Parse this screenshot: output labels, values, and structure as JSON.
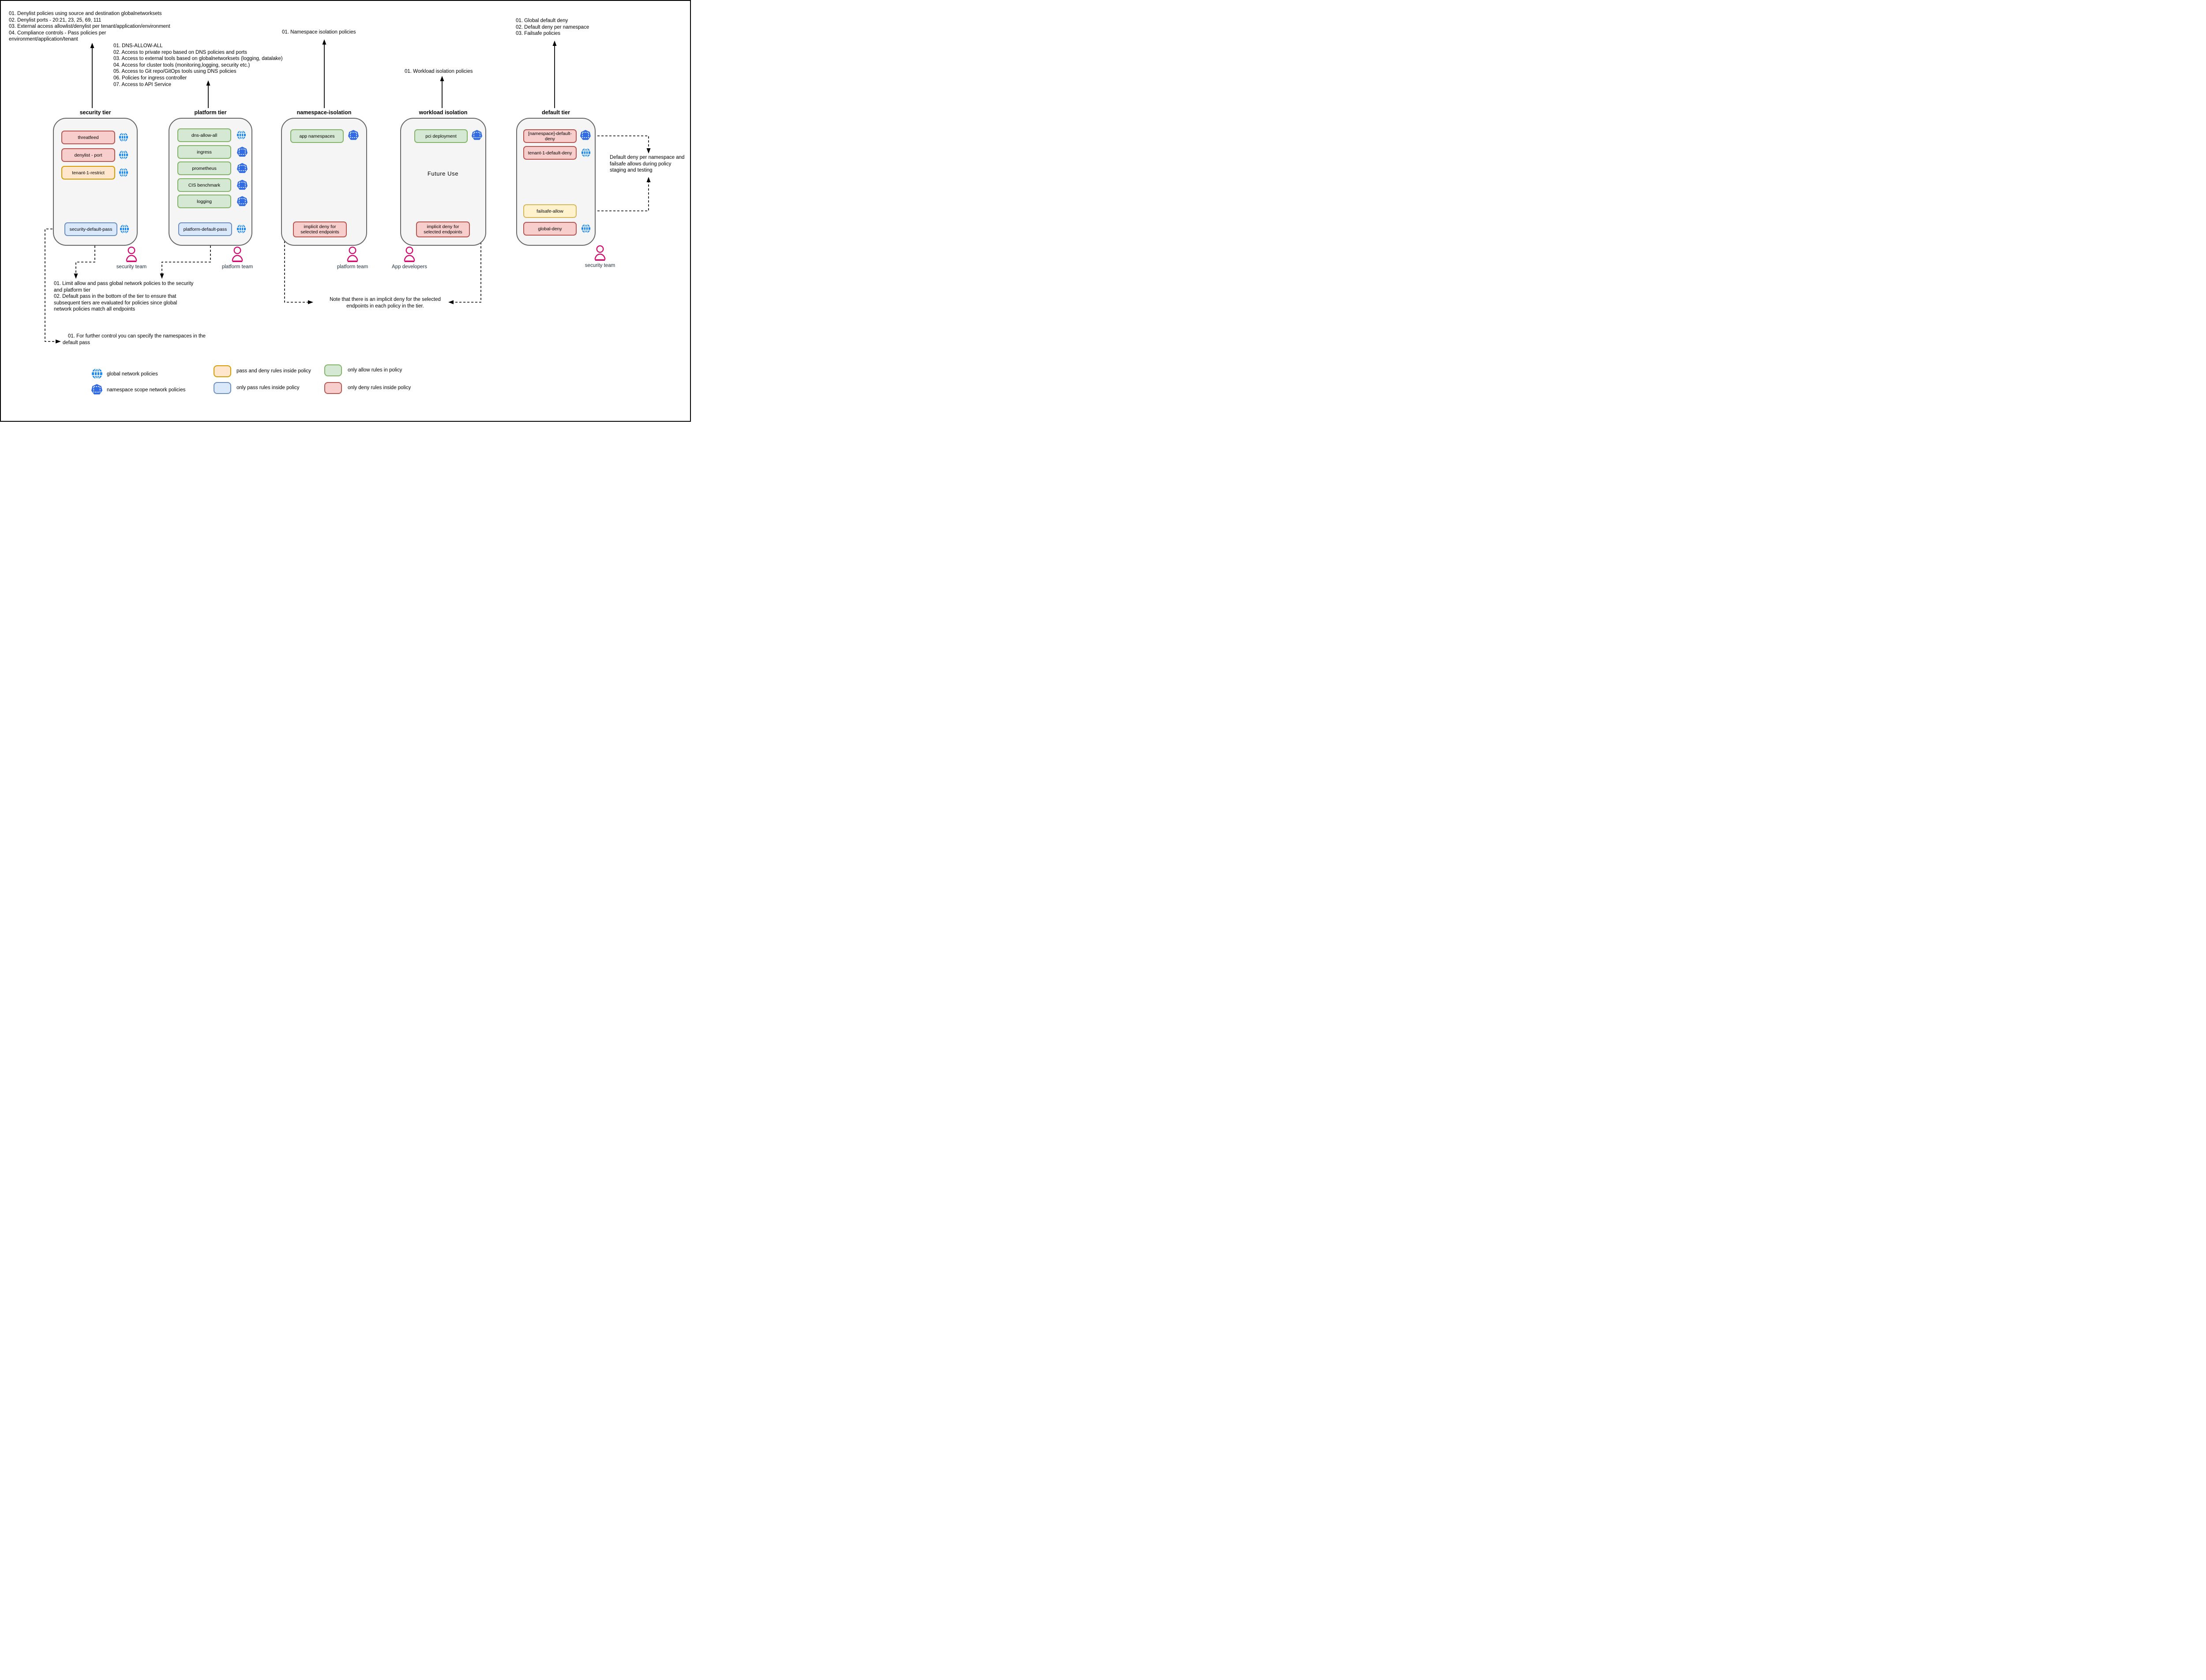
{
  "annotations": {
    "security": {
      "lines": [
        "01. Denylist policies using source and destination globalnetworksets",
        "02. Denylist ports - 20:21, 23, 25, 69, 111",
        "03. External access allowlist/denylist per tenant/application/environment",
        "04. Compliance controls - Pass policies per",
        "environment/application/tenant"
      ]
    },
    "platform": {
      "lines": [
        "01. DNS-ALLOW-ALL",
        "02. Access to private repo based on DNS policies and ports",
        "03. Access to external tools based on globalnetworksets (logging, datalake)",
        "04. Access for cluster tools (monitoring,logging, security etc.)",
        "05. Access to Git repo/GitOps tools using DNS policies",
        "06. Policies for ingress controller",
        "07. Access to API Service"
      ]
    },
    "namespace": {
      "text": "01. Namespace isolation policies"
    },
    "workload": {
      "text": "01. Workload isolation policies"
    },
    "default": {
      "lines": [
        "01. Global default deny",
        "02. Default deny per namespace",
        "03. Failsafe policies"
      ]
    },
    "tier_guidance": {
      "lines": [
        "01. Limit allow and pass global network policies to the security",
        "and platform tier",
        "02. Default pass in the bottom of the tier to ensure that",
        "subsequent tiers are evaluated for policies since global",
        "network policies match all endpoints"
      ]
    },
    "default_pass_note": {
      "lines": [
        "01. For further control you can specify the namespaces in the",
        "default pass"
      ]
    },
    "implicit_deny_note": {
      "lines": [
        "Note that there is an implicit deny for the selected",
        "endpoints in each policy in the tier."
      ]
    },
    "staging_note": {
      "lines": [
        "Default deny per namespace and",
        "failsafe allows during policy",
        "staging and testing"
      ]
    }
  },
  "tiers": [
    {
      "title": "security tier",
      "policies": [
        {
          "label": "threatfeed",
          "rule_style": "only-deny",
          "scope": "global"
        },
        {
          "label": "denylist - port",
          "rule_style": "only-deny",
          "scope": "global"
        },
        {
          "label": "tenant-1-restrict",
          "rule_style": "pass-and-deny",
          "scope": "global"
        },
        {
          "label": "security-default-pass",
          "rule_style": "only-pass",
          "scope": "global"
        }
      ]
    },
    {
      "title": "platform tier",
      "policies": [
        {
          "label": "dns-allow-all",
          "rule_style": "only-allow",
          "scope": "global"
        },
        {
          "label": "ingress",
          "rule_style": "only-allow",
          "scope": "namespace"
        },
        {
          "label": "prometheus",
          "rule_style": "only-allow",
          "scope": "namespace"
        },
        {
          "label": "CIS benchmark",
          "rule_style": "only-allow",
          "scope": "namespace"
        },
        {
          "label": "logging",
          "rule_style": "only-allow",
          "scope": "namespace"
        },
        {
          "label": "platform-default-pass",
          "rule_style": "only-pass",
          "scope": "global"
        }
      ]
    },
    {
      "title": "namespace-isolation",
      "policies": [
        {
          "label": "app namespaces",
          "rule_style": "only-allow",
          "scope": "namespace"
        },
        {
          "label": "implicit deny for selected endpoints",
          "rule_style": "only-deny",
          "scope": ""
        }
      ]
    },
    {
      "title": "workload isolation",
      "body_text": "Future Use",
      "policies": [
        {
          "label": "pci deployment",
          "rule_style": "only-allow",
          "scope": "namespace"
        },
        {
          "label": "implicit deny for selected endpoints",
          "rule_style": "only-deny",
          "scope": ""
        }
      ]
    },
    {
      "title": "default tier",
      "policies": [
        {
          "label": "[namespace]-default-deny",
          "rule_style": "only-deny",
          "scope": "namespace"
        },
        {
          "label": "tenant-1-default-deny",
          "rule_style": "only-deny",
          "scope": "global"
        },
        {
          "label": "failsafe-allow",
          "rule_style": "pass-and-deny",
          "scope": ""
        },
        {
          "label": "global-deny",
          "rule_style": "only-deny",
          "scope": "global"
        }
      ]
    }
  ],
  "teams": [
    {
      "name": "security team"
    },
    {
      "name": "platform team"
    },
    {
      "name": "platform team"
    },
    {
      "name": "App developers"
    },
    {
      "name": "security team"
    }
  ],
  "legend": {
    "items": [
      {
        "icon": "globe-icon",
        "label": "global network policies"
      },
      {
        "icon": "namespace-icon",
        "label": "namespace scope network policies"
      },
      {
        "swatch_fill": "#FFE6CC",
        "swatch_stroke": "#D79B00",
        "label": "pass and deny rules inside policy"
      },
      {
        "swatch_fill": "#D5E8D4",
        "swatch_stroke": "#82B366",
        "label": "only allow rules in policy"
      },
      {
        "swatch_fill": "#DAE8FC",
        "swatch_stroke": "#6C8EBF",
        "label": "only pass rules inside policy"
      },
      {
        "swatch_fill": "#F8CECC",
        "swatch_stroke": "#B85450",
        "label": "only deny rules inside policy"
      }
    ]
  },
  "colors": {
    "tier_fill": "#F5F5F5",
    "tier_stroke": "#666666",
    "only_deny_fill": "#F8CECC",
    "only_deny_stroke": "#B85450",
    "only_allow_fill": "#D5E8D4",
    "only_allow_stroke": "#82B366",
    "only_pass_fill": "#DAE8FC",
    "only_pass_stroke": "#6C8EBF",
    "pass_and_deny_fill": "#FFE6CC",
    "pass_and_deny_stroke": "#D79B00",
    "failsafe_fill": "#FFF2CC",
    "failsafe_stroke": "#D6B656",
    "globe_icon": "#1E88EE",
    "namespace_icon": "#326CE5",
    "person_icon": "#D40A6E",
    "connector": "#000000"
  }
}
